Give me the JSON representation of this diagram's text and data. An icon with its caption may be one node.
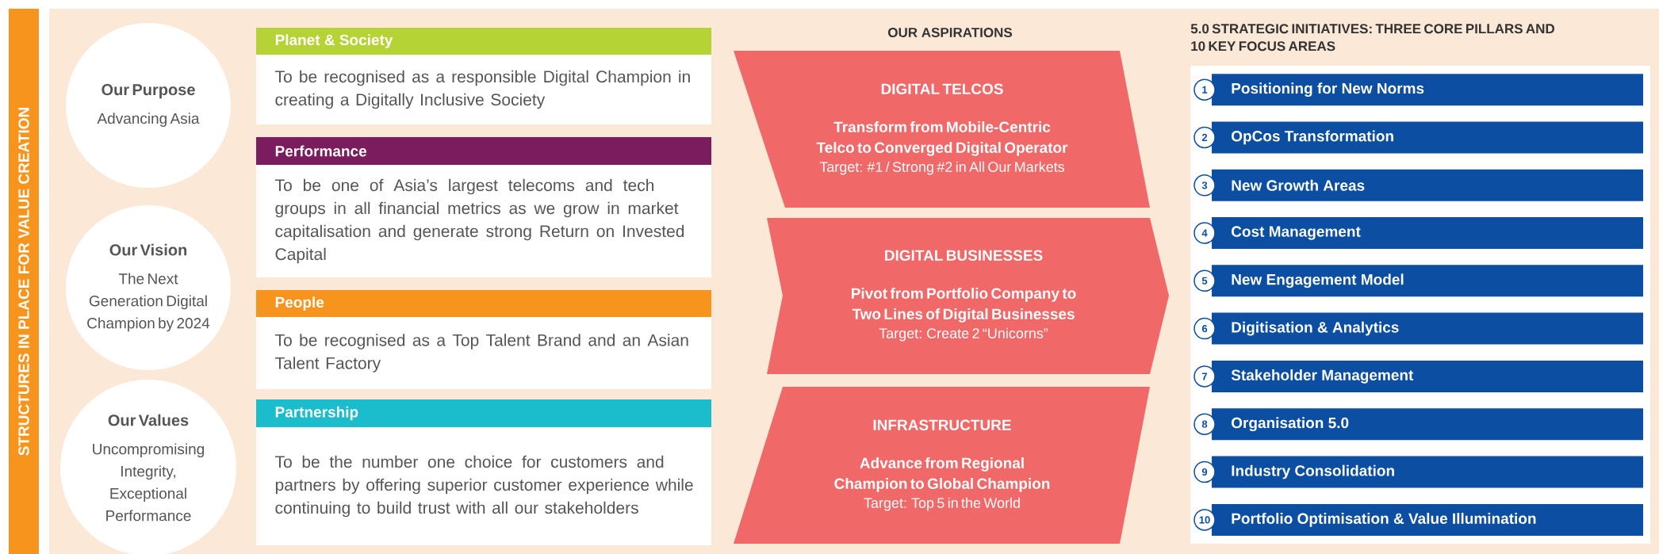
{
  "diagram": {
    "nodes": [
      {
        "text": [
          "STRUCTURES IN PLACE FOR VALUE CREATION"
        ]
      },
      {
        "text": [
          "Our Purpose",
          "Advancing Asia"
        ]
      },
      {
        "text": [
          "Our Vision",
          "The Next Generation Digital Champion by 2024"
        ]
      },
      {
        "text": [
          "Our Values",
          "Uncompromising Integrity, Exceptional Performance"
        ]
      },
      {
        "text": [
          "Planet & Society",
          "To be recognised as a responsible Digital Champion in creating a Digitally Inclusive Society"
        ]
      },
      {
        "text": [
          "Performance",
          "To be one of Asia’s largest telecoms and tech groups in all financial metrics as we grow in market capitalisation and generate strong Return on Invested Capital"
        ]
      },
      {
        "text": [
          "People",
          "To be recognised as a Top Talent Brand and an Asian Talent Factory"
        ]
      },
      {
        "text": [
          "Partnership",
          "To be the number one choice for customers and partners by offering superior customer experience while continuing to build trust with all our stakeholders"
        ]
      },
      {
        "text": [
          "DIGITAL TELCOS",
          "Transform from Mobile-Centric Telco to Converged Digital Operator",
          "Target: #1 / Strong #2 in All Our Markets"
        ]
      },
      {
        "text": [
          "DIGITAL BUSINESSES",
          "Pivot from Portfolio Company to Two Lines of Digital Businesses",
          "Target: Create 2 “Unicorns”"
        ]
      },
      {
        "text": [
          "INFRASTRUCTURE",
          "Advance from Regional Champion to Global Champion",
          "Target: Top 5 in the World"
        ]
      },
      {
        "text": [
          "5.0 STRATEGIC INITIATIVES: THREE CORE PILLARS AND 10 KEY FOCUS AREAS"
        ]
      },
      {
        "text": [
          "1",
          "Positioning for New Norms"
        ],
        "in": 11
      },
      {
        "text": [
          "2",
          "OpCos Transformation"
        ],
        "in": 11
      },
      {
        "text": [
          "3",
          "New Growth Areas"
        ],
        "in": 11
      },
      {
        "text": [
          "4",
          "Cost Management"
        ],
        "in": 11
      },
      {
        "text": [
          "5",
          "New Engagement Model"
        ],
        "in": 11
      },
      {
        "text": [
          "6",
          "Digitisation & Analytics"
        ],
        "in": 11
      },
      {
        "text": [
          "7",
          "Stakeholder Management"
        ],
        "in": 11
      },
      {
        "text": [
          "8",
          "Organisation 5.0"
        ],
        "in": 11
      },
      {
        "text": [
          "9",
          "Industry Consolidation"
        ],
        "in": 11
      },
      {
        "text": [
          "10",
          "Portfolio Optimisation & Value Illumination"
        ],
        "in": 11
      }
    ],
    "labels": [
      "OUR ASPIRATIONS"
    ]
  }
}
